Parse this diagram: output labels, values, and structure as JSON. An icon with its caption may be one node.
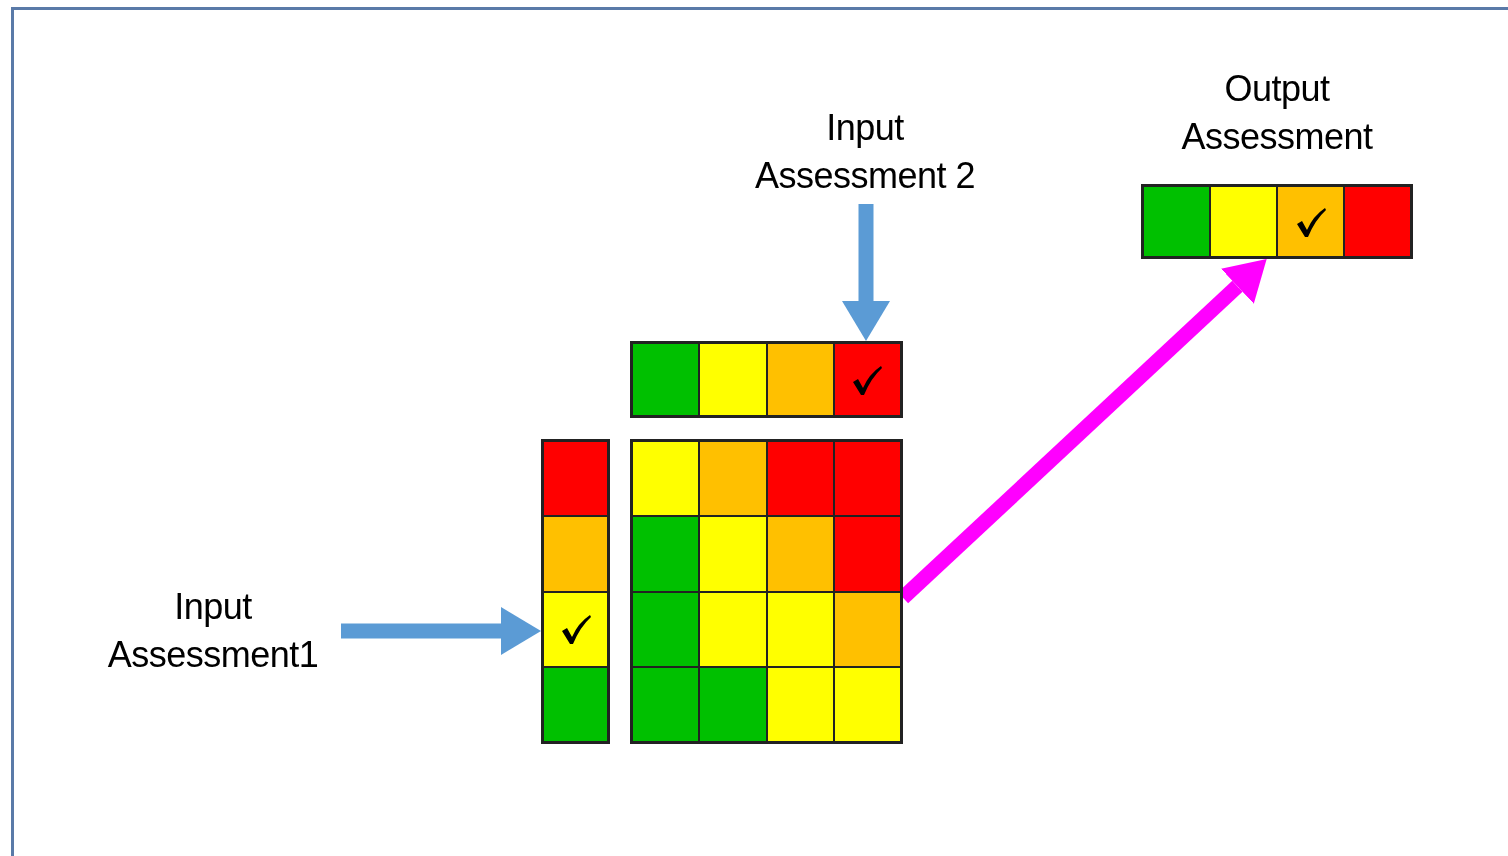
{
  "diagram": {
    "nodes": [
      {
        "text": [
          "Input Assessment 2"
        ]
      },
      {
        "text": [],
        "shape": "bar"
      },
      {
        "text": [
          "Input Assessment1"
        ]
      },
      {
        "text": [],
        "shape": "bar"
      },
      {
        "text": [],
        "shape": "box"
      },
      {
        "text": [],
        "shape": "box",
        "in": 4
      },
      {
        "text": [
          "Output Assessment"
        ]
      }
    ],
    "edges": [
      {
        "from": 0,
        "to": 1,
        "arrow": "to"
      },
      {
        "from": 2,
        "to": 3,
        "arrow": "to"
      },
      {
        "from": 5,
        "to": 6,
        "arrow": "to",
        "color": "#ff00ff"
      }
    ]
  }
}
